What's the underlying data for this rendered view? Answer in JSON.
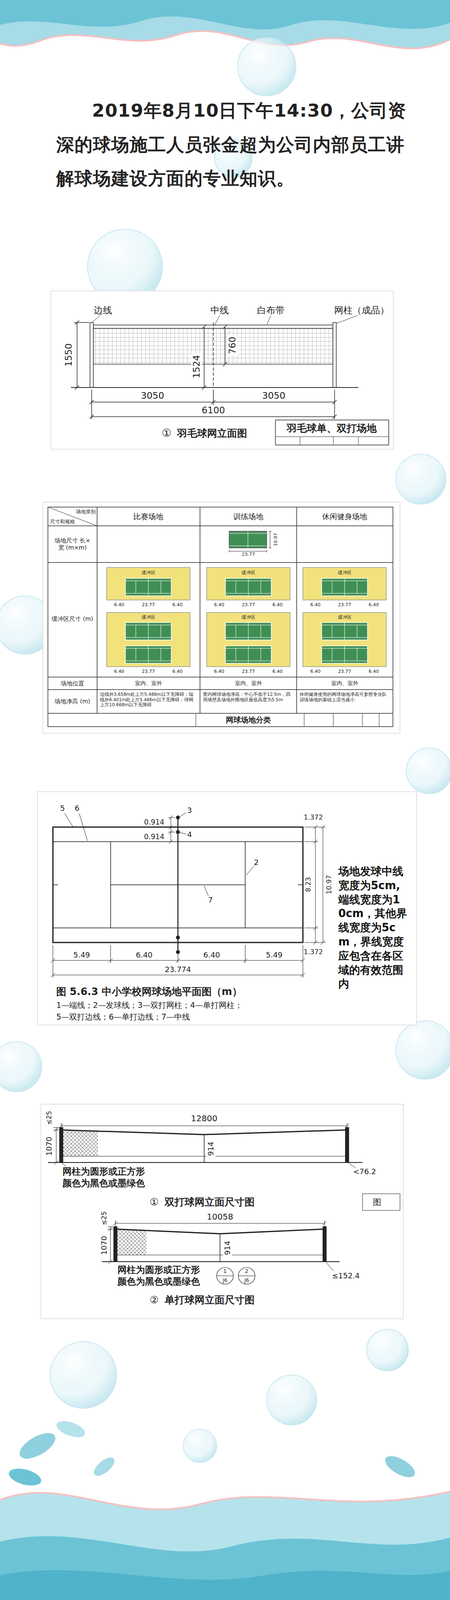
{
  "diagram": {
    "labels": [
      "2019年8月10日下午14:30，公司资深的球场施工人员张金超为公司内部员工讲解球场建设方面的专业知识。",
      "边线",
      "中线",
      "白布带",
      "网柱（成品）",
      "1550",
      "760",
      "1524",
      "3050",
      "3050",
      "6100",
      "①",
      "羽毛球网立面图",
      "羽毛球单、双打场地",
      "场地类别",
      "尺寸和规格",
      "比赛场地",
      "训练场地",
      "休闲健身场地",
      "场地尺寸 长×宽 (m×m)",
      "23.77",
      "10.97",
      "缓冲区尺寸 (m)",
      "缓冲区",
      "6.40",
      "23.77",
      "6.40",
      "缓冲区",
      "6.40",
      "23.77",
      "6.40",
      "缓冲区",
      "6.40",
      "23.77",
      "6.40",
      "缓冲区",
      "6.40",
      "23.77",
      "6.40",
      "缓冲区",
      "6.40",
      "23.77",
      "6.40",
      "缓冲区",
      "6.40",
      "23.77",
      "6.40",
      "场地位置",
      "室内、室外",
      "室内、室外",
      "室内、室外",
      "场地净高 (m)",
      "边线外3.658m处上方5.486m以下无障碍；端线外6.401m处上方5.486m以下无障碍；球网上方10.668m以下无障碍",
      "室内网球场地净高：中心不低于12.5m，四周墙壁及场地外围地区最低高度为5.5m",
      "休闲健身使用的网球场地净高可参照专业队训练场地的基础上适当减小",
      "网球场地分类",
      "0.914",
      "0.914",
      "5",
      "6",
      "3",
      "4",
      "2",
      "7",
      "1.372",
      "8.23",
      "10.97",
      "1.372",
      "5.49",
      "6.40",
      "6.40",
      "5.49",
      "23.774",
      "场地发球中线宽度为5cm,端线宽度为10cm，其他界线宽度为5cm，界线宽度应包含在各区域的有效范围内",
      "图 5.6.3 中小学校网球场地平面图（m）",
      "1—端线；2—发球线；3—双打网柱；4—单打网柱；",
      "5—双打边线；6—单打边线；7—中线",
      "12800",
      "≤25",
      "1070",
      "914",
      "网柱为圆形或正方形",
      "颜色为黑色或墨绿色",
      "<76.2",
      "①",
      "双打球网立面尺寸图",
      "图",
      "10058",
      "≤25",
      "1070",
      "914",
      "网柱为圆形或正方形",
      "颜色为黑色或墨绿色",
      "1",
      "J6",
      "2",
      "J6",
      "≤152.4",
      "②",
      "单打球网立面尺寸图"
    ]
  }
}
